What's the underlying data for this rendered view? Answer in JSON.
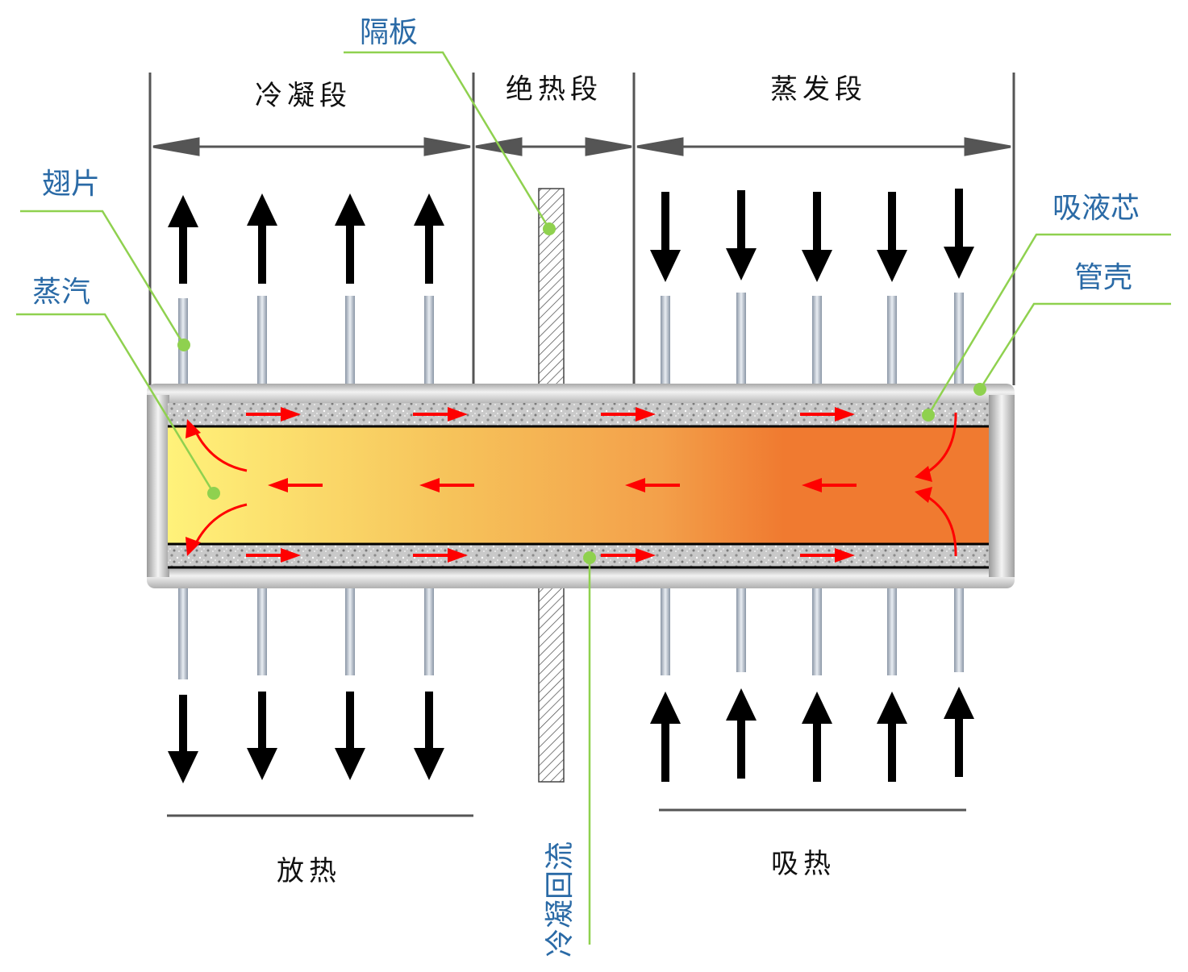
{
  "sections": {
    "condensation": "冷凝段",
    "adiabatic": "绝热段",
    "evaporation": "蒸发段"
  },
  "callouts": {
    "baffle": "隔板",
    "fin": "翅片",
    "vapor": "蒸汽",
    "wick": "吸液芯",
    "shell": "管壳",
    "condensate_return": "冷凝回流"
  },
  "bottom_labels": {
    "release": "放热",
    "absorb": "吸热"
  },
  "colors": {
    "callout_text": "#2a6aa6",
    "leader_line": "#8fd14f",
    "flow_arrow": "#ff0000",
    "core_left": "#fff27a",
    "core_right": "#f07a30"
  }
}
